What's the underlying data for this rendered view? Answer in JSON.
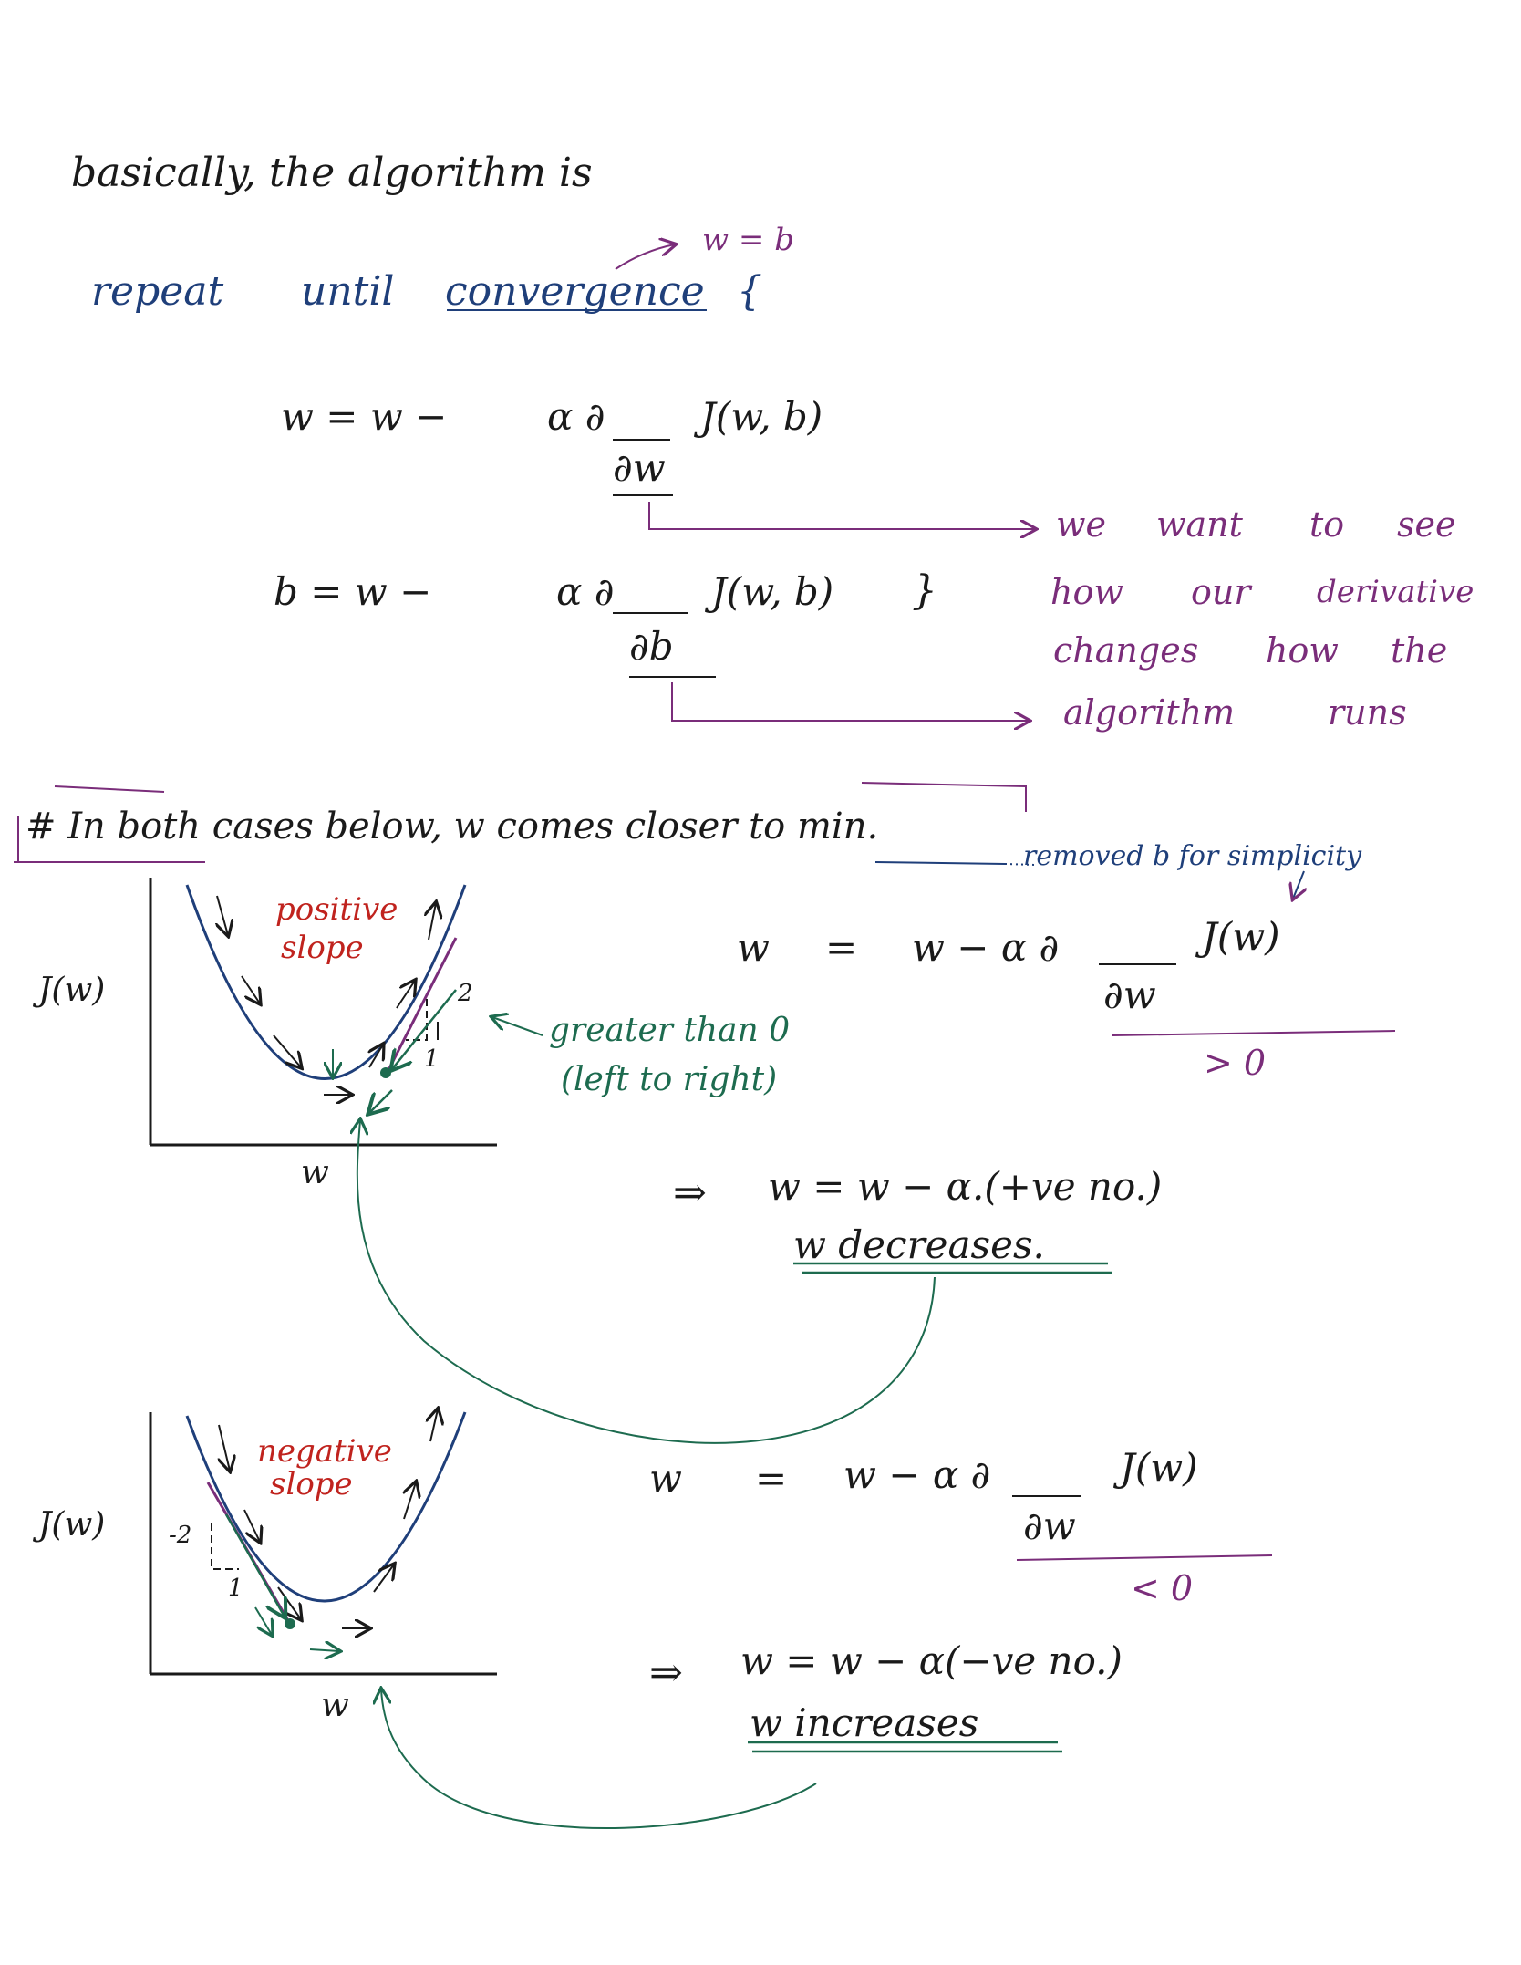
{
  "intro": {
    "text": "basically, the algorithm is"
  },
  "loop": {
    "repeat": "repeat",
    "until": "until",
    "convergence": "convergence",
    "brace_open": "{",
    "annotation": "w = b"
  },
  "update_w": {
    "lhs": "w = w −",
    "alpha_num": "α ∂",
    "func": "J(w, b)",
    "den": "∂w"
  },
  "update_b": {
    "lhs": "b = w −",
    "alpha_num": "α ∂",
    "func": "J(w, b)",
    "brace_close": "}",
    "den": "∂b"
  },
  "derivative_note": {
    "line1_a": "we",
    "line1_b": "want",
    "line1_c": "to",
    "line1_d": "see",
    "line2_a": "how",
    "line2_b": "our",
    "line2_c": "derivative",
    "line3_a": "changes",
    "line3_b": "how",
    "line3_c": "the",
    "line4_a": "algorithm",
    "line4_b": "runs"
  },
  "section_heading": {
    "text": "# In both cases below, w comes closer to min."
  },
  "simplify_note": {
    "text": "removed b for simplicity"
  },
  "graph_positive": {
    "ylabel": "J(w)",
    "xlabel": "w",
    "slope_label_1": "positive",
    "slope_label_2": "slope",
    "rise": "2",
    "run": "1",
    "note_1": "greater than 0",
    "note_2": "(left to right)"
  },
  "eq_positive": {
    "lhs": "w",
    "eq": "=",
    "rhs": "w − α ∂",
    "func": "J(w)",
    "den": "∂w",
    "sign": "> 0",
    "implies": "⇒",
    "result": "w = w − α.(+ve no.)",
    "conclusion": "w decreases."
  },
  "graph_negative": {
    "ylabel": "J(w)",
    "xlabel": "w",
    "slope_label_1": "negative",
    "slope_label_2": "slope",
    "rise": "-2",
    "run": "1"
  },
  "eq_negative": {
    "lhs": "w",
    "eq": "=",
    "rhs": "w − α ∂",
    "func": "J(w)",
    "den": "∂w",
    "sign": "< 0",
    "implies": "⇒",
    "result": "w = w − α(−ve no.)",
    "conclusion": "w increases"
  },
  "colors": {
    "ink_black": "#1a1a1a",
    "ink_blue": "#1f3f7a",
    "ink_purple": "#7a2d7a",
    "ink_red": "#c0231e",
    "ink_green": "#1d6b4f"
  }
}
